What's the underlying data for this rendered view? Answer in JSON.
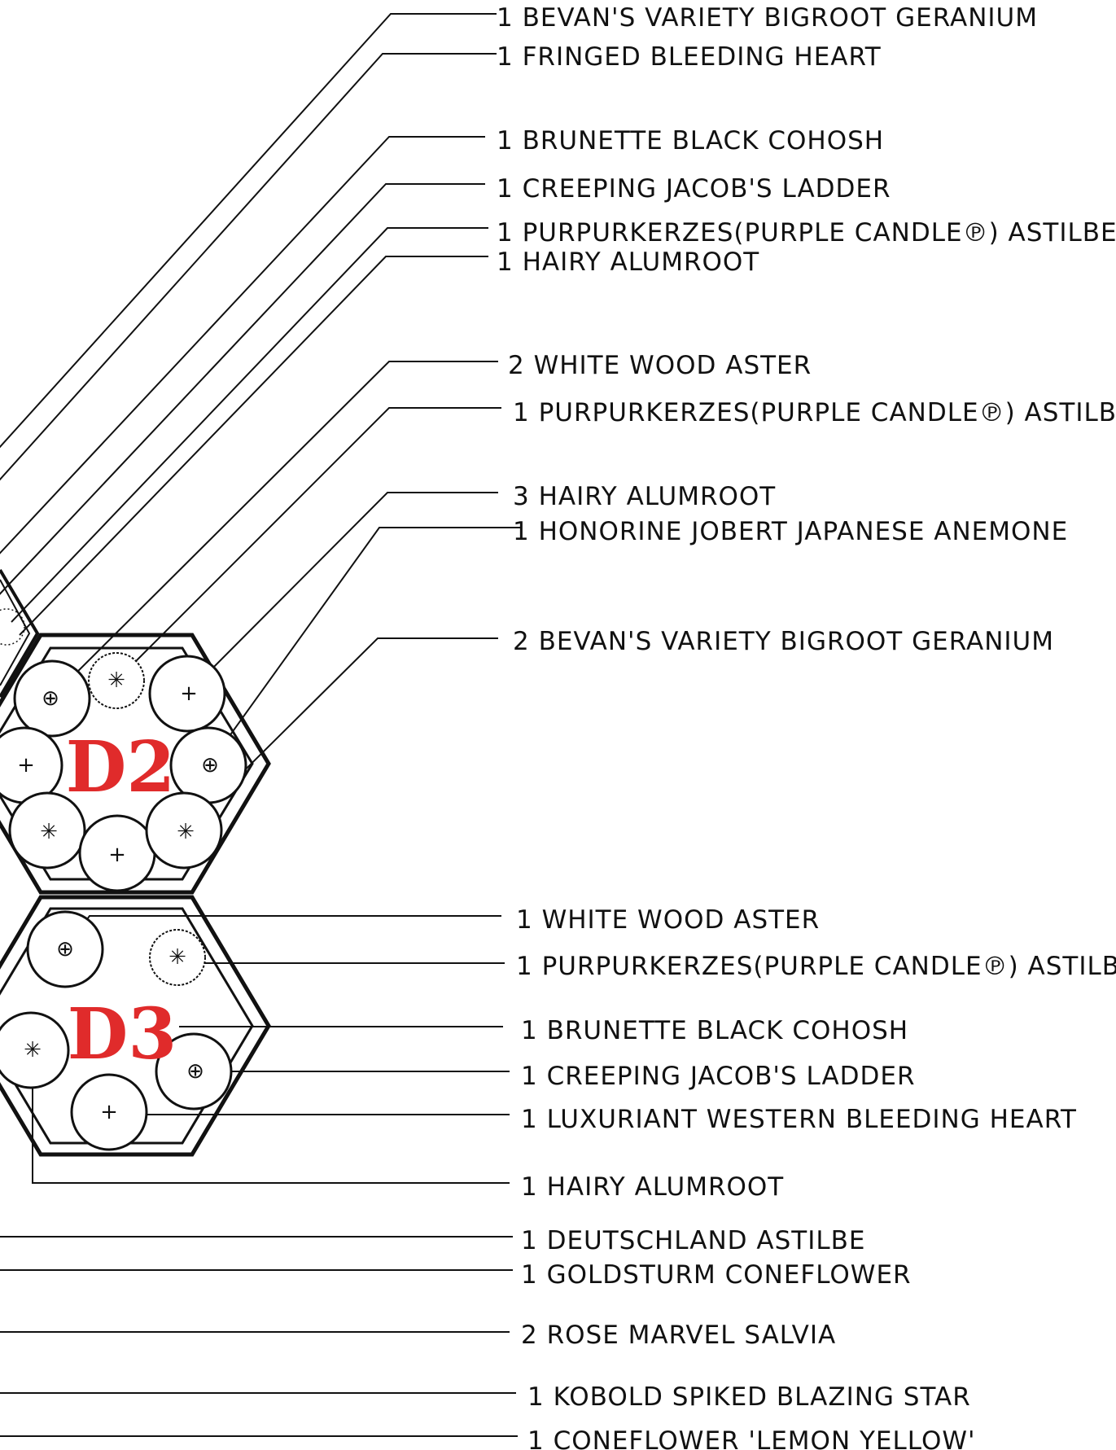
{
  "plots": [
    {
      "id": "D2",
      "label": "D2"
    },
    {
      "id": "D3",
      "label": "D3"
    }
  ],
  "colors": {
    "plot_label": "#e02b2b",
    "line": "#111111",
    "background": "#ffffff"
  },
  "callouts": [
    {
      "qty": "1",
      "plant": "BEVAN'S VARIETY BIGROOT GERANIUM"
    },
    {
      "qty": "1",
      "plant": "FRINGED BLEEDING HEART"
    },
    {
      "qty": "1",
      "plant": "BRUNETTE BLACK COHOSH"
    },
    {
      "qty": "1",
      "plant": "CREEPING JACOB'S LADDER"
    },
    {
      "qty": "1",
      "plant": "PURPURKERZES(PURPLE CANDLE℗) ASTILBE"
    },
    {
      "qty": "1",
      "plant": "HAIRY ALUMROOT"
    },
    {
      "qty": "2",
      "plant": "WHITE WOOD ASTER"
    },
    {
      "qty": "1",
      "plant": "PURPURKERZES(PURPLE CANDLE℗) ASTILBE"
    },
    {
      "qty": "3",
      "plant": "HAIRY ALUMROOT"
    },
    {
      "qty": "1",
      "plant": "HONORINE JOBERT JAPANESE ANEMONE"
    },
    {
      "qty": "2",
      "plant": "BEVAN'S VARIETY BIGROOT GERANIUM"
    },
    {
      "qty": "1",
      "plant": "WHITE WOOD ASTER"
    },
    {
      "qty": "1",
      "plant": "PURPURKERZES(PURPLE CANDLE℗) ASTILBE"
    },
    {
      "qty": "1",
      "plant": "BRUNETTE BLACK COHOSH"
    },
    {
      "qty": "1",
      "plant": "CREEPING JACOB'S LADDER"
    },
    {
      "qty": "1",
      "plant": "LUXURIANT WESTERN BLEEDING HEART"
    },
    {
      "qty": "1",
      "plant": "HAIRY ALUMROOT"
    },
    {
      "qty": "1",
      "plant": "DEUTSCHLAND ASTILBE"
    },
    {
      "qty": "1",
      "plant": "GOLDSTURM CONEFLOWER"
    },
    {
      "qty": "2",
      "plant": "ROSE MARVEL SALVIA"
    },
    {
      "qty": "1",
      "plant": "KOBOLD SPIKED BLAZING STAR"
    },
    {
      "qty": "1",
      "plant": "CONEFLOWER 'LEMON YELLOW'"
    }
  ]
}
